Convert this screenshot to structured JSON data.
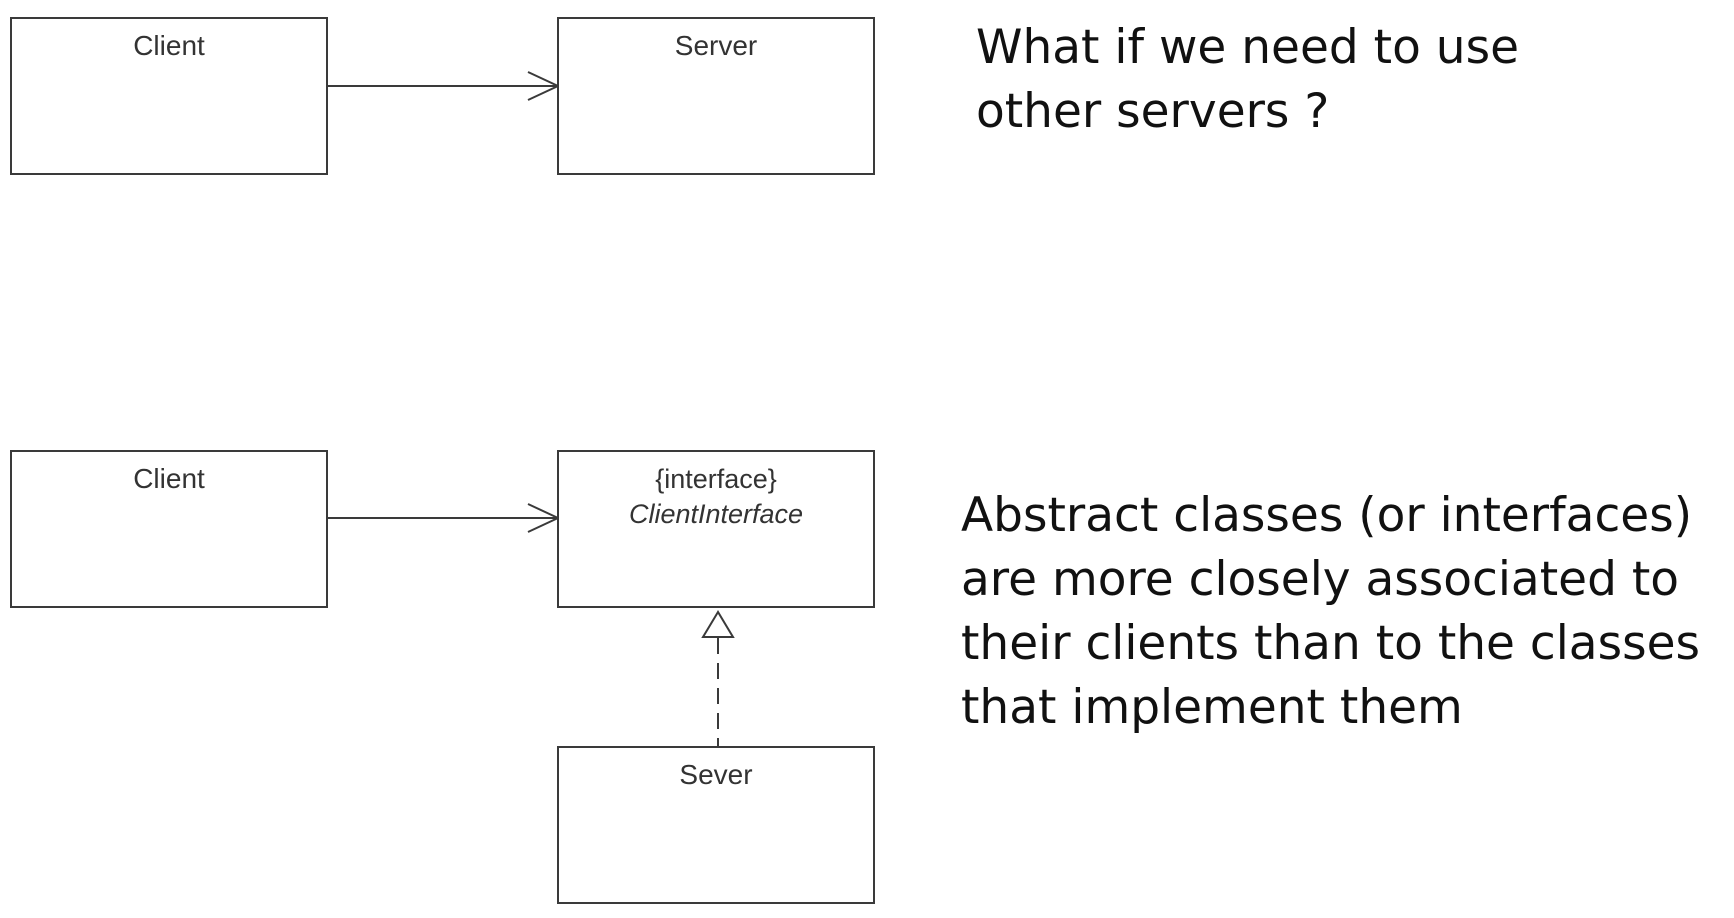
{
  "diagram_top": {
    "client_label": "Client",
    "server_label": "Server",
    "note_lines": [
      "What if we need to use",
      "other servers ?"
    ]
  },
  "diagram_bottom": {
    "client_label": "Client",
    "interface_stereotype": "{interface}",
    "interface_name": "ClientInterface",
    "server_label": "Sever",
    "note_lines": [
      "Abstract classes (or interfaces)",
      "are more closely associated to",
      "their clients than to the classes",
      "that implement them"
    ]
  }
}
